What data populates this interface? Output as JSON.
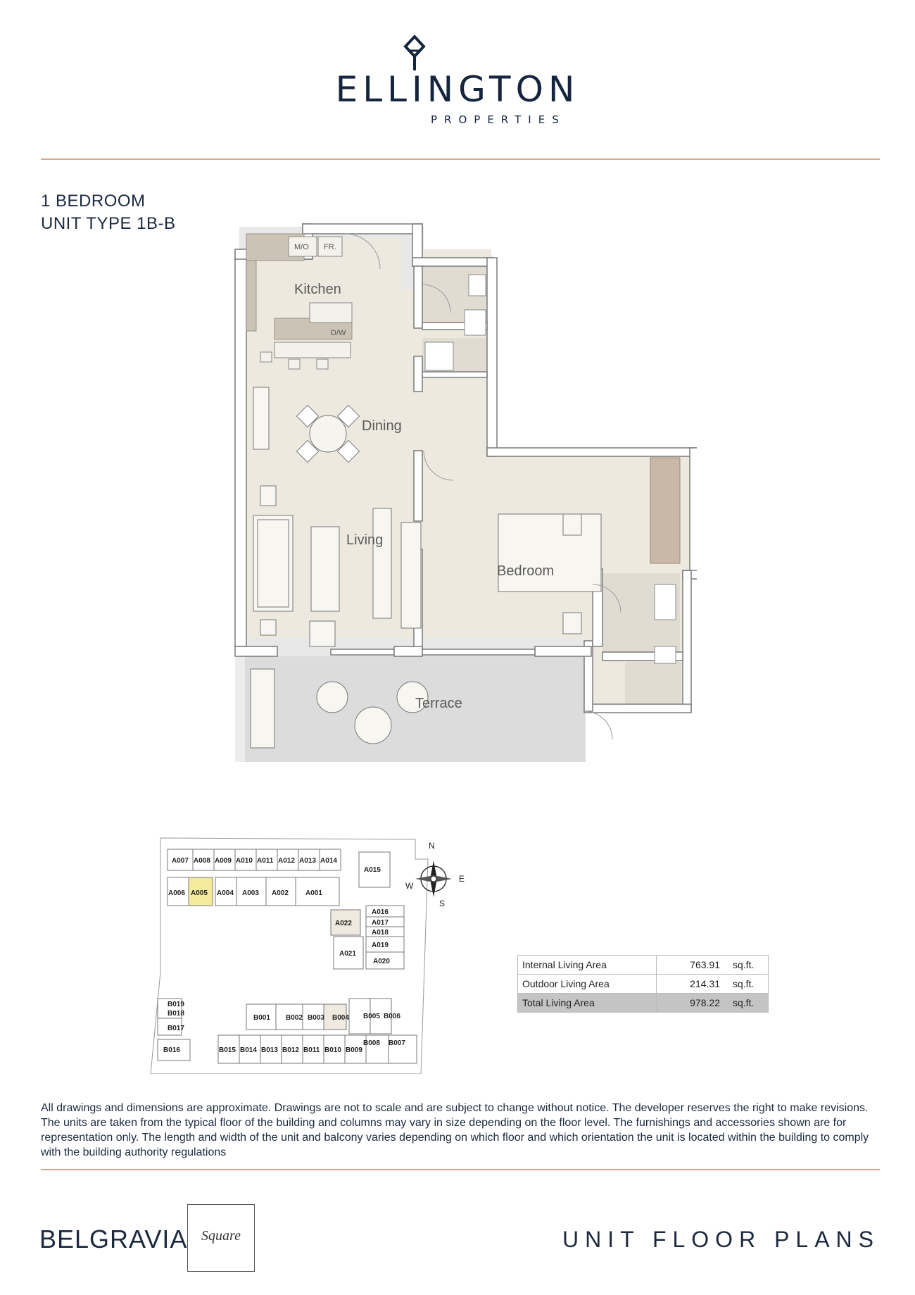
{
  "header": {
    "logo_word": "ELLINGTON",
    "logo_sub": "PROPERTIES",
    "brand_color": "#14253d",
    "rule_color": "#d9a98f"
  },
  "unit": {
    "bedrooms": "1 BEDROOM",
    "type": "UNIT TYPE 1B-B"
  },
  "floor_plan": {
    "rooms": {
      "kitchen": "Kitchen",
      "dining": "Dining",
      "living": "Living",
      "bedroom": "Bedroom",
      "terrace": "Terrace"
    },
    "fixtures": {
      "mo": "M/O",
      "fr": "FR.",
      "dw": "D/W"
    }
  },
  "key_plan": {
    "compass": {
      "n": "N",
      "e": "E",
      "s": "S",
      "w": "W"
    },
    "units": {
      "A001": "A001",
      "A002": "A002",
      "A003": "A003",
      "A004": "A004",
      "A005": "A005",
      "A006": "A006",
      "A007": "A007",
      "A008": "A008",
      "A009": "A009",
      "A010": "A010",
      "A011": "A011",
      "A012": "A012",
      "A013": "A013",
      "A014": "A014",
      "A015": "A015",
      "A016": "A016",
      "A017": "A017",
      "A018": "A018",
      "A019": "A019",
      "A020": "A020",
      "A021": "A021",
      "A022": "A022",
      "B001": "B001",
      "B002": "B002",
      "B003": "B003",
      "B004": "B004",
      "B005": "B005",
      "B006": "B006",
      "B007": "B007",
      "B008": "B008",
      "B009": "B009",
      "B010": "B010",
      "B011": "B011",
      "B012": "B012",
      "B013": "B013",
      "B014": "B014",
      "B015": "B015",
      "B016": "B016",
      "B017": "B017",
      "B018": "B018",
      "B019": "B019"
    },
    "highlight_color": "#f3ea9c"
  },
  "area_table": {
    "rows": [
      {
        "label": "Internal Living Area",
        "value": "763.91",
        "unit": "sq.ft."
      },
      {
        "label": "Outdoor Living Area",
        "value": "214.31",
        "unit": "sq.ft."
      },
      {
        "label": "Total Living Area",
        "value": "978.22",
        "unit": "sq.ft."
      }
    ]
  },
  "disclaimer": "All drawings and dimensions are approximate. Drawings are not to scale and are subject to change without notice. The developer reserves the right to make revisions. The units are taken from the typical floor of the building and columns may vary in size depending on the floor level. The furnishings and accessories shown are for representation only. The length and width of the unit and balcony varies depending on which floor and which orientation the unit is located within the building to comply with the building authority regulations",
  "footer": {
    "project": "BELGRAVIA",
    "project_script": "Square",
    "title": "UNIT FLOOR PLANS"
  }
}
